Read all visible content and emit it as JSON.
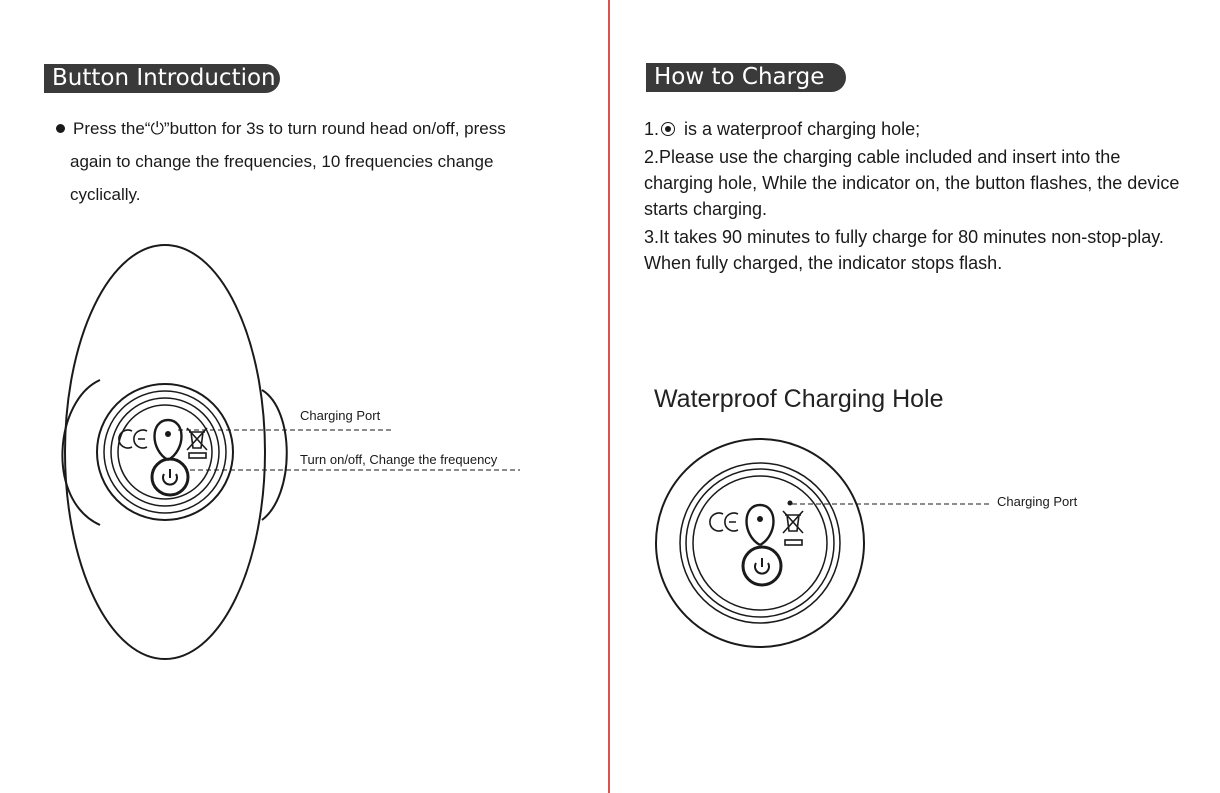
{
  "left": {
    "header": "Button Introduction",
    "bullet": {
      "line1": "Press  the“⏻”button  for 3s to turn round head on/off, press",
      "line2": "again to change the frequencies, 10 frequencies change",
      "line3": "cyclically."
    },
    "callouts": {
      "charging_port": "Charging Port",
      "power_button": "Turn on/off, Change the frequency"
    }
  },
  "right": {
    "header": "How to Charge",
    "steps": {
      "step1_prefix": "1.",
      "step1_rest": " is a waterproof charging hole;",
      "step2": "2.Please use the charging cable included and insert into the charging hole, While the indicator on, the button flashes, the device starts charging.",
      "step3": "3.It takes 90 minutes to fully charge for 80 minutes non-stop-play. When fully charged, the indicator stops flash."
    },
    "subheading": "Waterproof Charging Hole",
    "callouts": {
      "charging_port": "Charging Port"
    }
  },
  "icons": [
    "ce-mark-icon",
    "weee-bin-icon",
    "power-icon",
    "radio-dot-icon"
  ],
  "colors": {
    "divider": "#d9534f",
    "header_bg": "#3a3a3a",
    "header_text": "#ffffff",
    "ink": "#1a1a1a"
  }
}
